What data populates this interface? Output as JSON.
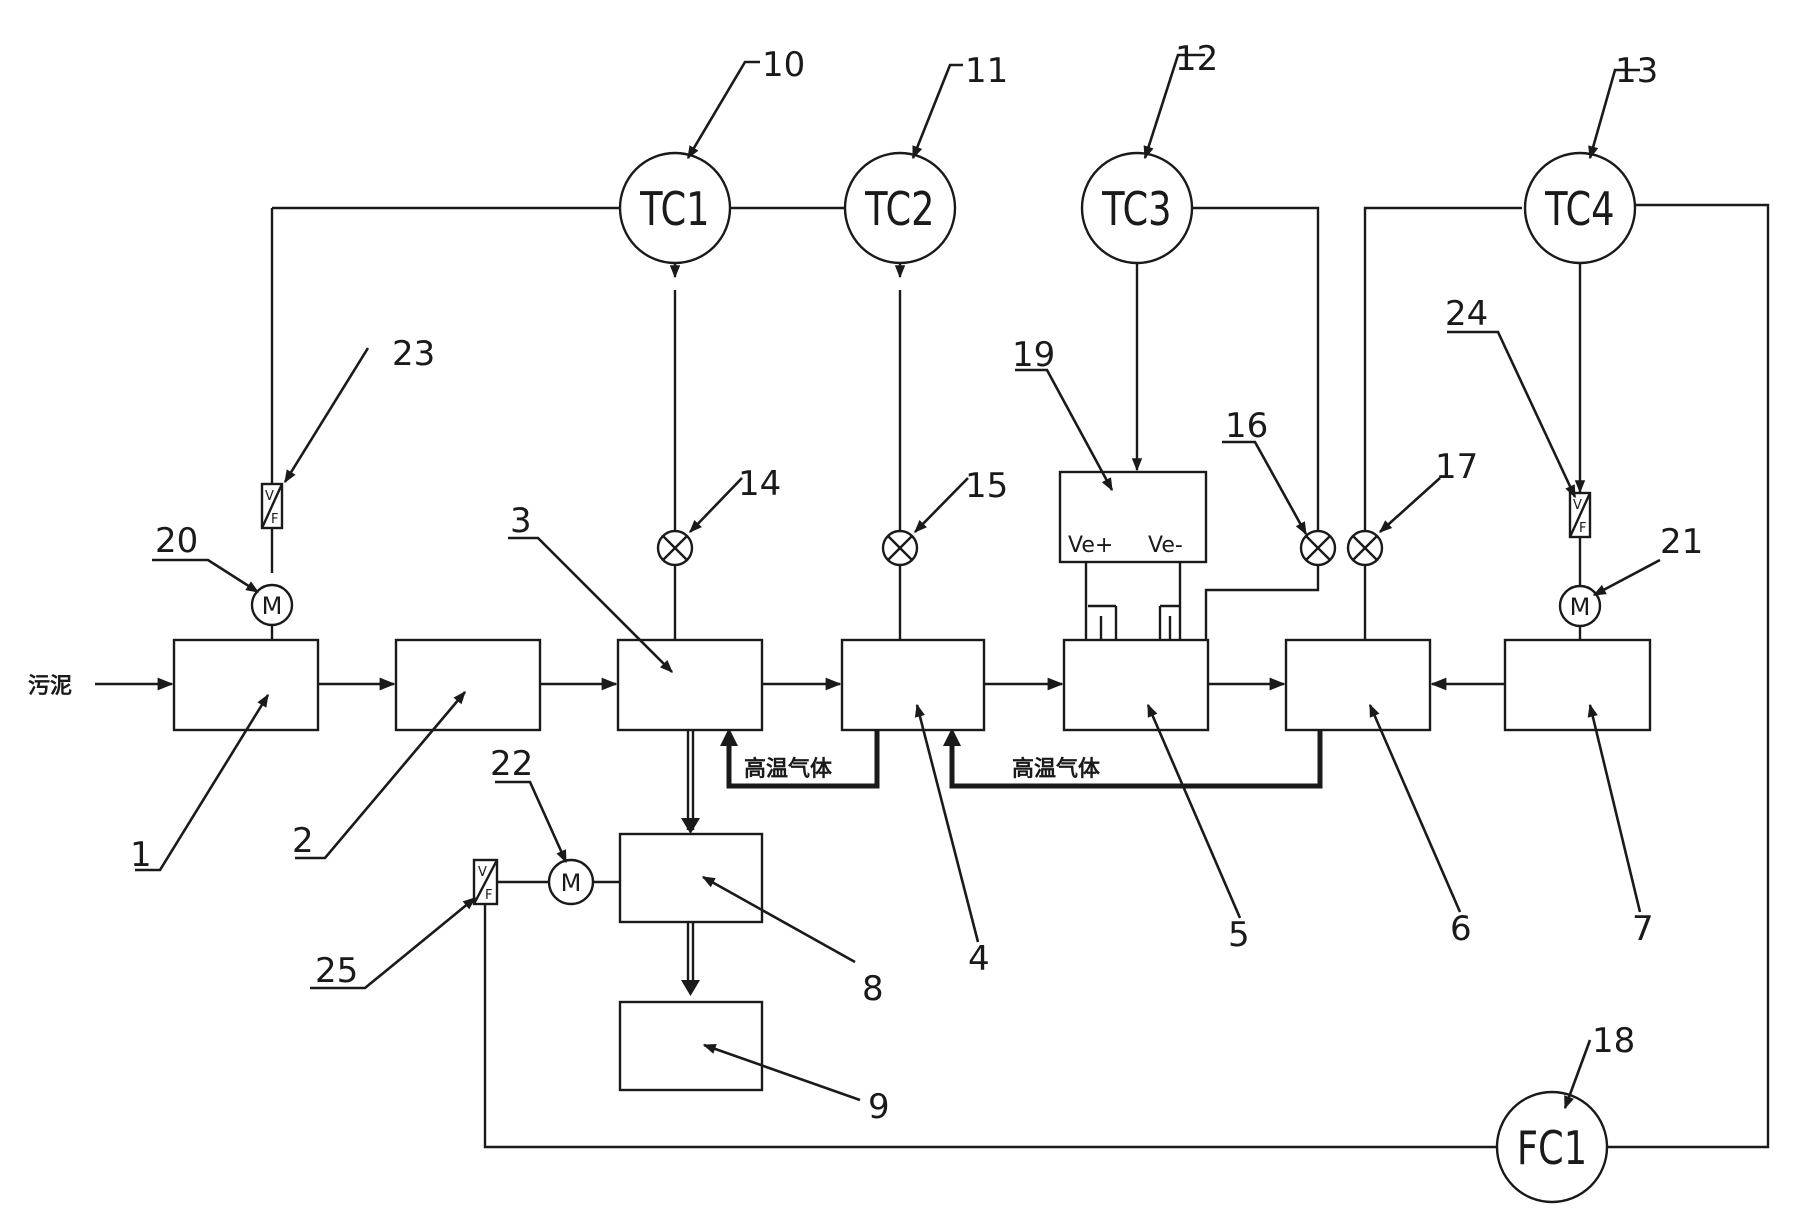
{
  "input_label": "污泥",
  "gas_labels": [
    "高温气体",
    "高温气体"
  ],
  "controllers": {
    "tc1": "TC1",
    "tc2": "TC2",
    "tc3": "TC3",
    "tc4": "TC4",
    "fc1": "FC1"
  },
  "power_supply": {
    "pos": "Ve+",
    "neg": "Ve-"
  },
  "motor_symbol": "M",
  "vfd_symbol": {
    "top": "V",
    "bottom": "F"
  },
  "part_numbers": [
    "1",
    "2",
    "3",
    "4",
    "5",
    "6",
    "7",
    "8",
    "9",
    "10",
    "11",
    "12",
    "13",
    "14",
    "15",
    "16",
    "17",
    "18",
    "19",
    "20",
    "21",
    "22",
    "23",
    "24",
    "25"
  ]
}
